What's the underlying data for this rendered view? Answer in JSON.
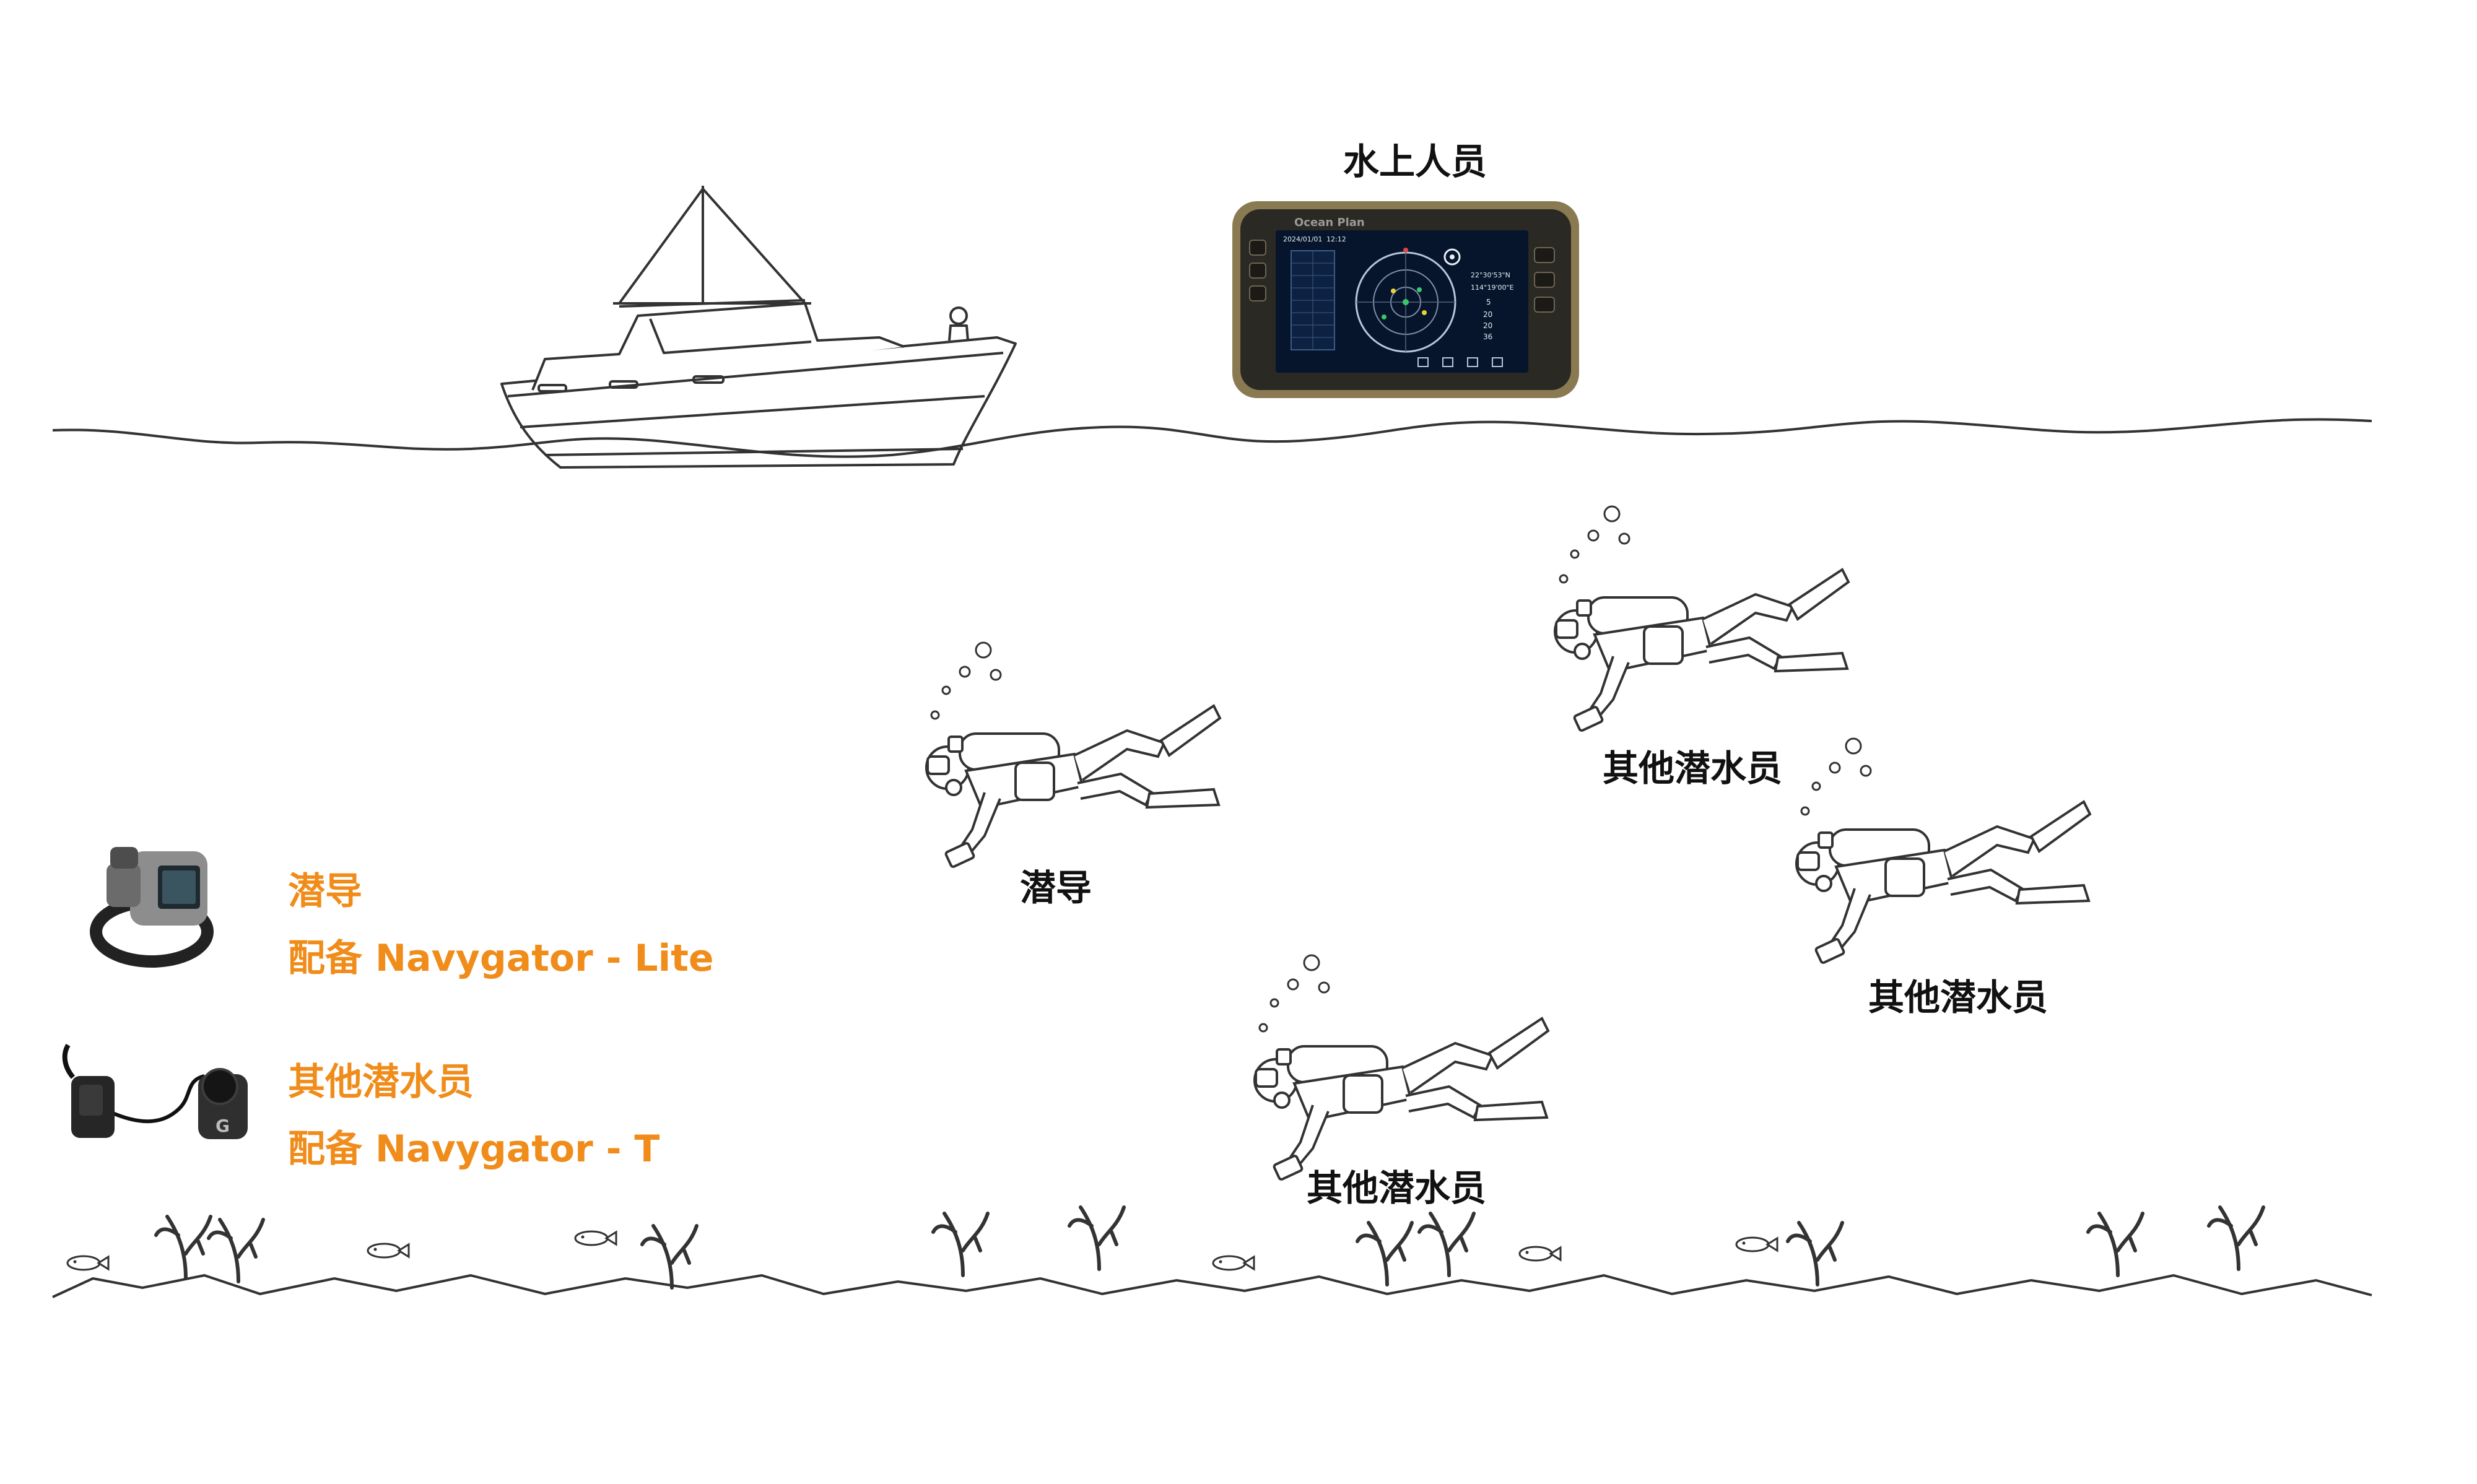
{
  "surface_operator": {
    "label": "水上人员"
  },
  "tablet": {
    "brand": "Ocean Plan",
    "date": "2024/01/01",
    "time": "12:12",
    "coords": [
      "22°30'53\"N",
      "114°19'00\"E"
    ],
    "count": "5",
    "readouts": [
      "20",
      "20",
      "36"
    ]
  },
  "divers": {
    "guide_label": "潜导",
    "other_labels": [
      "其他潜水员",
      "其他潜水员",
      "其他潜水员"
    ]
  },
  "legend": {
    "guide": {
      "title": "潜导",
      "device": "配备 Navygator - Lite"
    },
    "others": {
      "title": "其他潜水员",
      "device": "配备 Navygator - T"
    }
  },
  "colors": {
    "accent": "#f08c1a",
    "line": "#333333",
    "tablet_frame": "#8a7a52",
    "tablet_screen": "#06152b"
  }
}
